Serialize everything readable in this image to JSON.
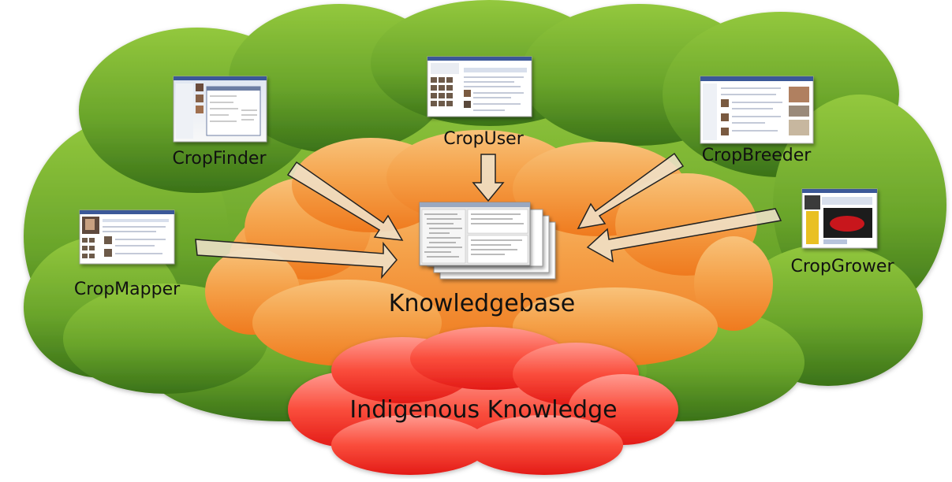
{
  "nodes": {
    "crop_finder": "CropFinder",
    "crop_user": "CropUser",
    "crop_breeder": "CropBreeder",
    "crop_mapper": "CropMapper",
    "crop_grower": "CropGrower",
    "knowledgebase": "Knowledgebase",
    "indigenous": "Indigenous Knowledge"
  },
  "colors": {
    "outer_cloud_top": "#8fc63b",
    "outer_cloud_bottom": "#3f7a1a",
    "inner_cloud_top": "#f7b566",
    "inner_cloud_bottom": "#f07c20",
    "red_cloud_top": "#ff8a80",
    "red_cloud_bottom": "#e8201c",
    "arrow_fill": "#efe1c9",
    "arrow_stroke": "#222222"
  }
}
